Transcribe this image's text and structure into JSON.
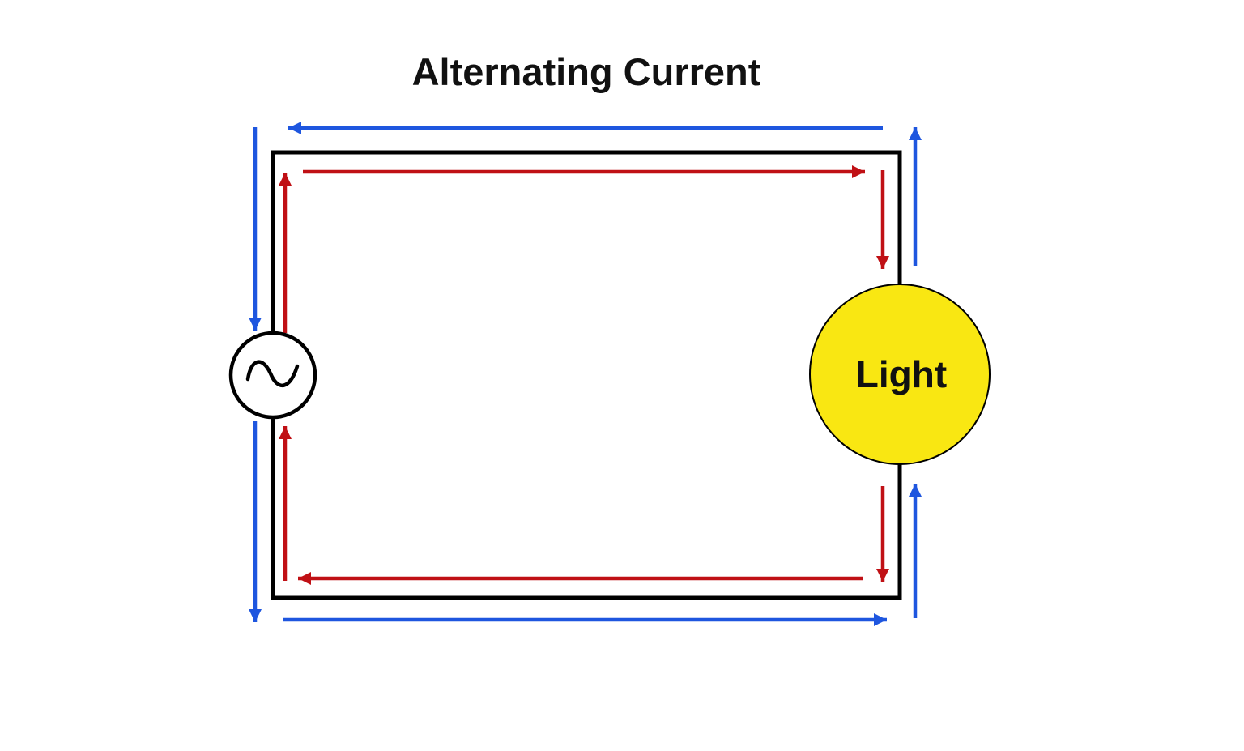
{
  "diagram": {
    "title": "Alternating Current",
    "background": "#ffffff",
    "colors": {
      "wire": "#000000",
      "red_current": "#C01015",
      "blue_current": "#1E56DF",
      "light_fill": "#F9E712",
      "text": "#111111"
    },
    "components": {
      "ac_source": {
        "kind": "ac-voltage-source",
        "symbol": "sine-wave",
        "position": "left-side-of-loop"
      },
      "light": {
        "label": "Light",
        "kind": "light-bulb",
        "position": "right-side-of-loop"
      }
    },
    "current_flows": {
      "red_inside_loop": {
        "color": "#C01015",
        "direction": "clockwise",
        "arrows": [
          "left-side-upward-from-source",
          "top-rightward",
          "right-side-downward-into-light",
          "right-side-downward-below-light",
          "bottom-leftward",
          "left-side-upward-into-source"
        ]
      },
      "blue_outside_loop": {
        "color": "#1E56DF",
        "direction": "counterclockwise",
        "arrows": [
          "top-leftward",
          "left-side-downward-to-source",
          "left-side-downward-below-source",
          "bottom-rightward",
          "right-side-upward-below-light",
          "right-side-upward-above-light"
        ]
      }
    }
  }
}
